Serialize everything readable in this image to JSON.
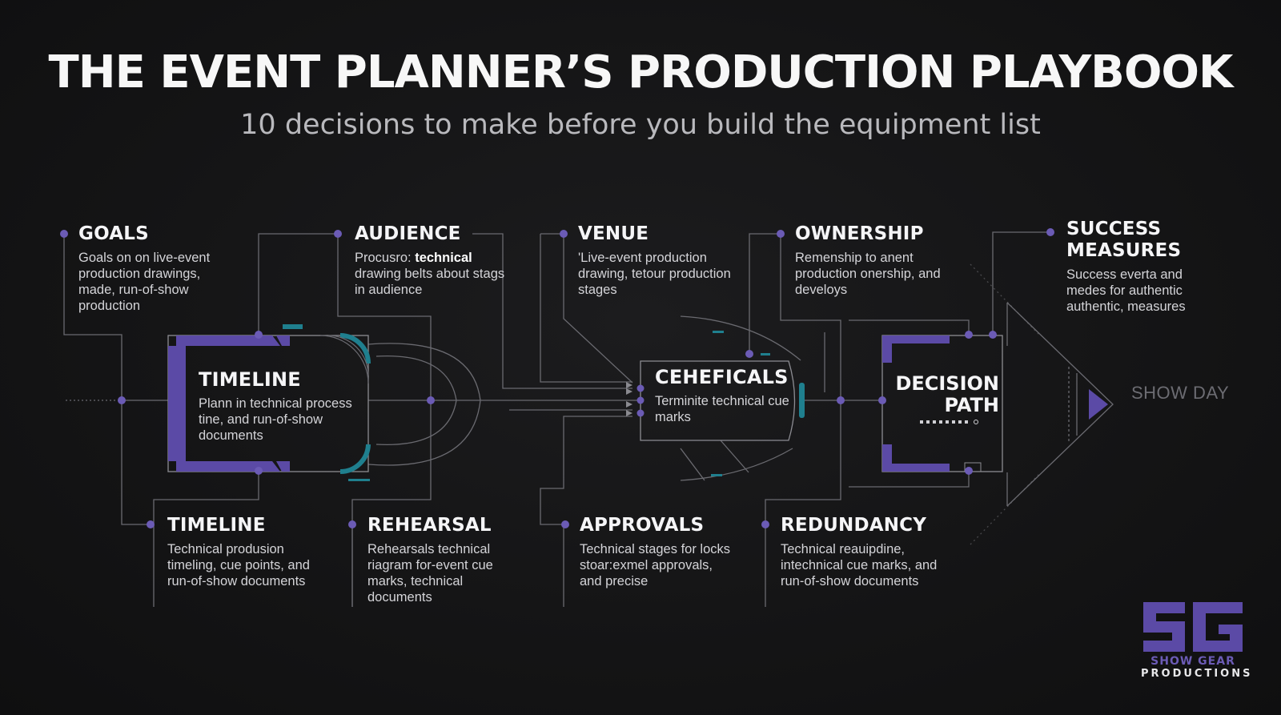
{
  "header": {
    "title": "THE EVENT PLANNER’S PRODUCTION PLAYBOOK",
    "subtitle": "10 decisions to make before you build the equipment list"
  },
  "nodes": {
    "goals": {
      "title": "GOALS",
      "body": "Goals on on live-event production drawings, made, run-of-show production"
    },
    "audience": {
      "title": "AUDIENCE",
      "body_prefix": "Procusro: ",
      "body_bold": "technical",
      "body_rest": " drawing belts about stags in audience"
    },
    "venue": {
      "title": "VENUE",
      "body": "'Live-event production drawing, tetour production stages"
    },
    "ownership": {
      "title": "OWNERSHIP",
      "body": "Remenship to anent production onership, and develoys"
    },
    "success": {
      "title_line1": "SUCCESS",
      "title_line2": "MEASURES",
      "body": "Success everta and medes for authentic authentic, measures"
    },
    "timeline_box": {
      "title": "TIMELINE",
      "body": "Plann in technical process tine, and run-of-show documents"
    },
    "cehaficals": {
      "title": "CEHEFICALS",
      "body": "Terminite technical cue marks"
    },
    "decision": {
      "title_line1": "DECISION",
      "title_line2": "PATH"
    },
    "timeline": {
      "title": "TIMELINE",
      "body": "Technical produsion timeling, cue points, and run-of-show documents"
    },
    "rehearsal": {
      "title": "REHEARSAL",
      "body": "Rehearsals technical riagram for-event cue marks, technical documents"
    },
    "approvals": {
      "title": "APPROVALS",
      "body": "Technical stages for locks stoar:exmel approvals, and precise"
    },
    "redundancy": {
      "title": "REDUNDANCY",
      "body": "Technical reauipdine, intechnical cue marks, and run-of-show documents"
    }
  },
  "end_label": "SHOW DAY",
  "logo": {
    "brand_line1": "SHOW GEAR",
    "brand_line2": "PRODUCTIONS"
  },
  "colors": {
    "background": "#151516",
    "accent_purple": "#5b4aa6",
    "accent_teal": "#1f7f8e",
    "wire": "#6a6a70"
  }
}
